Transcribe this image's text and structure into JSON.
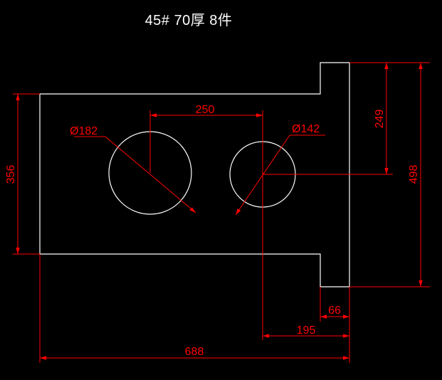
{
  "title": "45#  70厚  8件",
  "dimensions": {
    "d_left_circle": "Ø182",
    "d_right_circle": "Ø142",
    "center_distance": "250",
    "height_left": "356",
    "flange_upper": "249",
    "height_total": "498",
    "flange_width": "66",
    "right_offset": "195",
    "width_total": "688"
  },
  "colors": {
    "outline": "#ffffff",
    "dimension": "#ff0000",
    "background": "#000000"
  }
}
